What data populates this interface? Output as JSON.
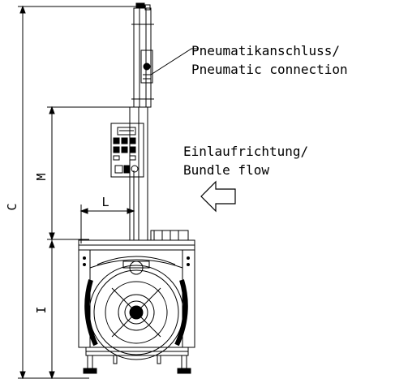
{
  "labels": {
    "pneumatic_de": "Pneumatikanschluss/",
    "pneumatic_en": "Pneumatic connection",
    "flow_de": "Einlaufrichtung/",
    "flow_en": "Bundle flow"
  },
  "dimensions": {
    "overall_height": "C",
    "mast_height": "M",
    "mast_offset": "L",
    "base_height": "I"
  },
  "colors": {
    "line": "#000000",
    "background": "#ffffff"
  }
}
